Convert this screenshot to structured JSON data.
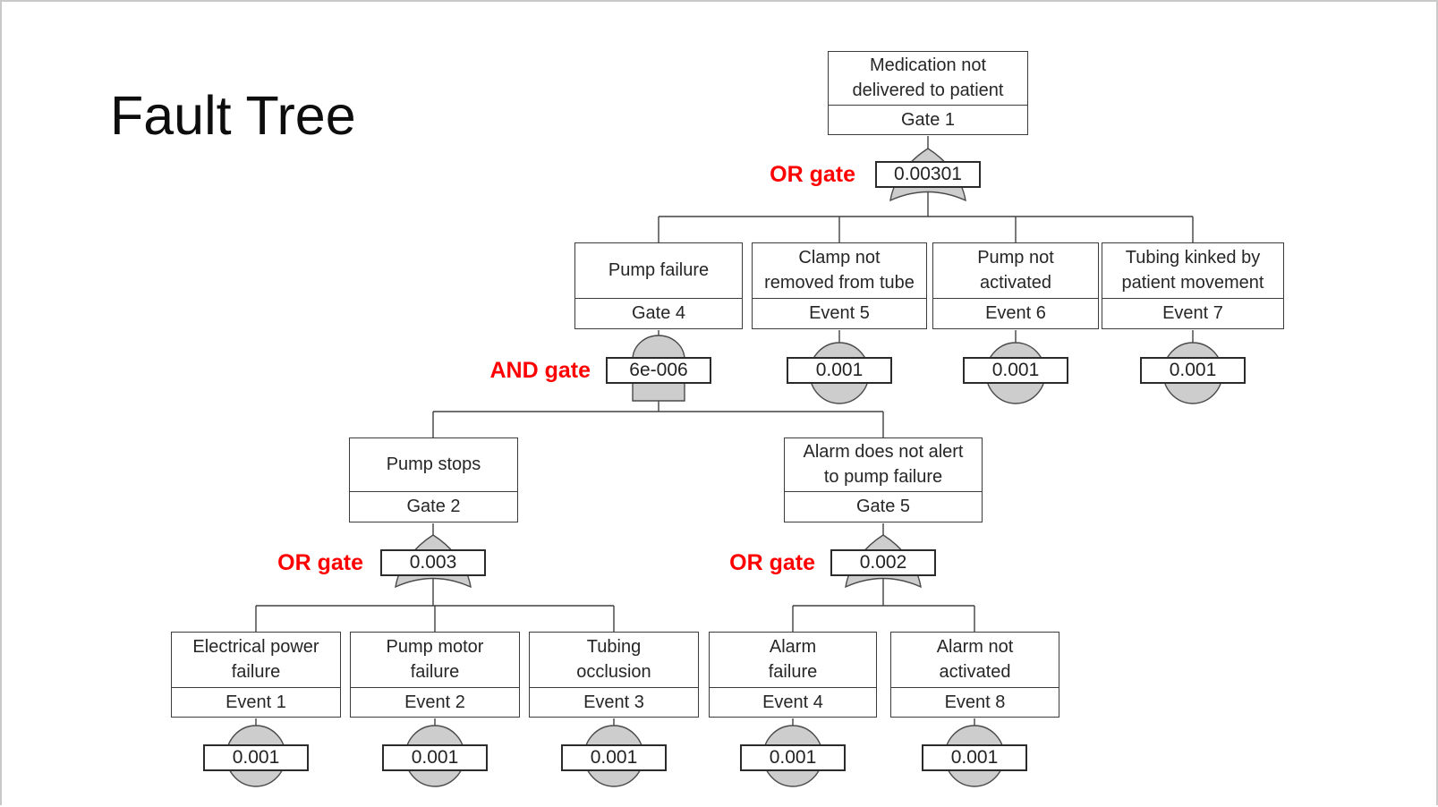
{
  "slide": {
    "title": "Fault Tree"
  },
  "annotations": {
    "gate1": "OR gate",
    "gate4": "AND gate",
    "gate2": "OR gate",
    "gate5": "OR gate"
  },
  "tree": {
    "nodes": {
      "gate1": {
        "label": "Medication not\ndelivered to patient",
        "name": "Gate 1",
        "value": "0.00301",
        "gate_type": "OR"
      },
      "gate4": {
        "label": "Pump failure",
        "name": "Gate 4",
        "value": "6e-006",
        "gate_type": "AND"
      },
      "event5": {
        "label": "Clamp not\nremoved from tube",
        "name": "Event 5",
        "value": "0.001",
        "gate_type": "basic event"
      },
      "event6": {
        "label": "Pump not\nactivated",
        "name": "Event 6",
        "value": "0.001",
        "gate_type": "basic event"
      },
      "event7": {
        "label": "Tubing kinked by\npatient movement",
        "name": "Event 7",
        "value": "0.001",
        "gate_type": "basic event"
      },
      "gate2": {
        "label": "Pump stops",
        "name": "Gate 2",
        "value": "0.003",
        "gate_type": "OR"
      },
      "gate5": {
        "label": "Alarm does not alert\nto pump failure",
        "name": "Gate 5",
        "value": "0.002",
        "gate_type": "OR"
      },
      "event1": {
        "label": "Electrical power\nfailure",
        "name": "Event 1",
        "value": "0.001",
        "gate_type": "basic event"
      },
      "event2": {
        "label": "Pump motor\nfailure",
        "name": "Event 2",
        "value": "0.001",
        "gate_type": "basic event"
      },
      "event3": {
        "label": "Tubing\nocclusion",
        "name": "Event 3",
        "value": "0.001",
        "gate_type": "basic event"
      },
      "event4": {
        "label": "Alarm\nfailure",
        "name": "Event 4",
        "value": "0.001",
        "gate_type": "basic event"
      },
      "event8": {
        "label": "Alarm not\nactivated",
        "name": "Event 8",
        "value": "0.001",
        "gate_type": "basic event"
      }
    },
    "structure": {
      "gate1": [
        "gate4",
        "event5",
        "event6",
        "event7"
      ],
      "gate4": [
        "gate2",
        "gate5"
      ],
      "gate2": [
        "event1",
        "event2",
        "event3"
      ],
      "gate5": [
        "event4",
        "event8"
      ]
    }
  },
  "colors": {
    "annotation_red": "#ff0000",
    "shape_fill": "#cdcdcd",
    "box_border": "#3b3b3b",
    "connector_line": "#404040",
    "slide_edge": "#c9c9c9"
  }
}
